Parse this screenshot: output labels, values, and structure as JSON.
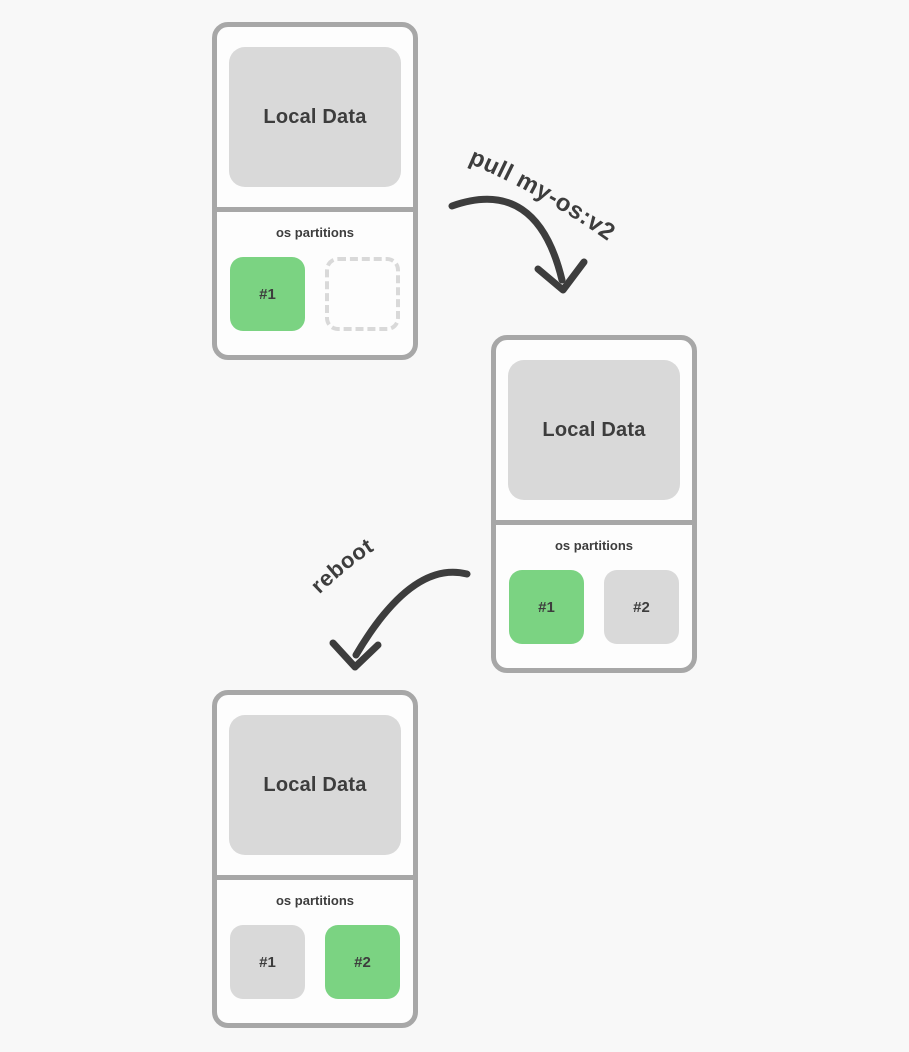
{
  "palette": {
    "background": "#f8f8f8",
    "box_fill": "#fdfdfd",
    "box_border": "#a7a7a7",
    "block_gray": "#d9d9d9",
    "green": "#7bd382",
    "ink": "#3d3d3d"
  },
  "arrows": [
    {
      "label": "pull my-os:v2"
    },
    {
      "label": "reboot"
    }
  ],
  "devices": [
    {
      "local_data_label": "Local Data",
      "partitions_label": "os partitions",
      "partitions": [
        {
          "label": "#1",
          "state": "active"
        },
        {
          "label": "",
          "state": "empty"
        }
      ]
    },
    {
      "local_data_label": "Local Data",
      "partitions_label": "os partitions",
      "partitions": [
        {
          "label": "#1",
          "state": "active"
        },
        {
          "label": "#2",
          "state": "idle"
        }
      ]
    },
    {
      "local_data_label": "Local Data",
      "partitions_label": "os partitions",
      "partitions": [
        {
          "label": "#1",
          "state": "idle"
        },
        {
          "label": "#2",
          "state": "active"
        }
      ]
    }
  ]
}
